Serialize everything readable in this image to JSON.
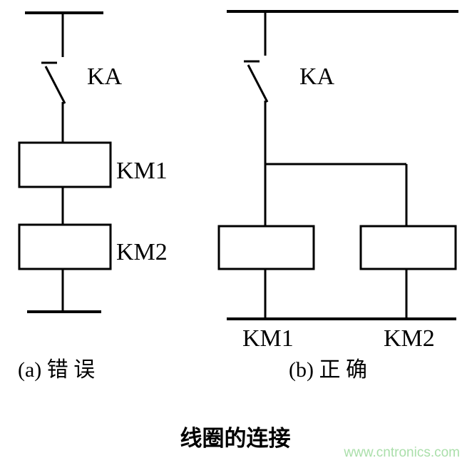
{
  "diagram": {
    "left": {
      "switch_label": "KA",
      "coil1_label": "KM1",
      "coil2_label": "KM2",
      "caption": "(a) 错 误"
    },
    "right": {
      "switch_label": "KA",
      "coil1_label": "KM1",
      "coil2_label": "KM2",
      "caption": "(b) 正 确"
    },
    "title": "线圈的连接",
    "watermark": "www.cntronics.com",
    "colors": {
      "line": "#000000",
      "watermark": "#aadfaa"
    }
  }
}
